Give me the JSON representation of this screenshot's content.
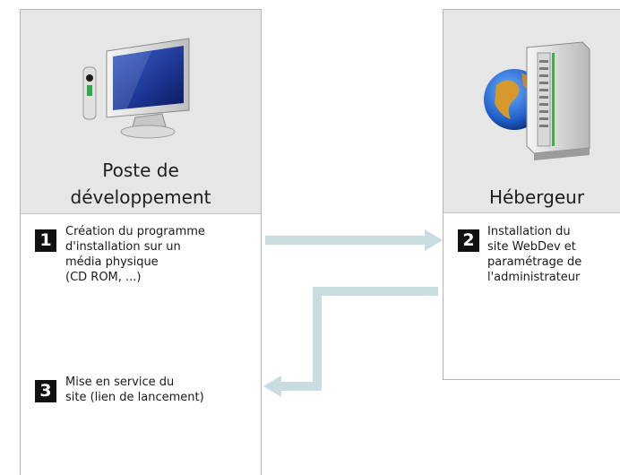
{
  "left_panel": {
    "title": "Poste de\ndéveloppement",
    "icon": "computer-icon"
  },
  "right_panel": {
    "title": "Hébergeur",
    "icon": "server-globe-icon"
  },
  "steps": [
    {
      "number": "1",
      "text": "Création du programme\nd'installation sur un\nmédia physique\n(CD ROM, ...)"
    },
    {
      "number": "2",
      "text": "Installation du\nsite WebDev et\nparamétrage de\nl'administrateur"
    },
    {
      "number": "3",
      "text": "Mise en service du\nsite (lien de lancement)"
    }
  ],
  "colors": {
    "header_bg": "#e6e6e6",
    "arrow": "#c9dcdf",
    "badge": "#111111"
  }
}
